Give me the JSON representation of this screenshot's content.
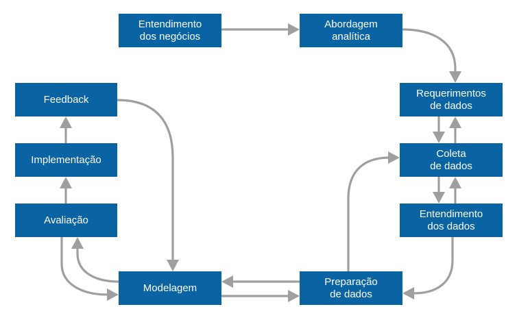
{
  "diagram": {
    "colors": {
      "box": "#0a64a4",
      "box_text": "#ffffff",
      "arrow": "#9e9fa1"
    },
    "nodes": {
      "entendimento_negocios": "Entendimento\ndos negócios",
      "abordagem_analitica": "Abordagem\nanalítica",
      "requerimentos_dados": "Requerimentos\nde dados",
      "coleta_dados": "Coleta\nde dados",
      "entendimento_dados": "Entendimento\ndos dados",
      "preparacao_dados": "Preparação\nde dados",
      "modelagem": "Modelagem",
      "avaliacao": "Avaliação",
      "implementacao": "Implementação",
      "feedback": "Feedback"
    }
  }
}
